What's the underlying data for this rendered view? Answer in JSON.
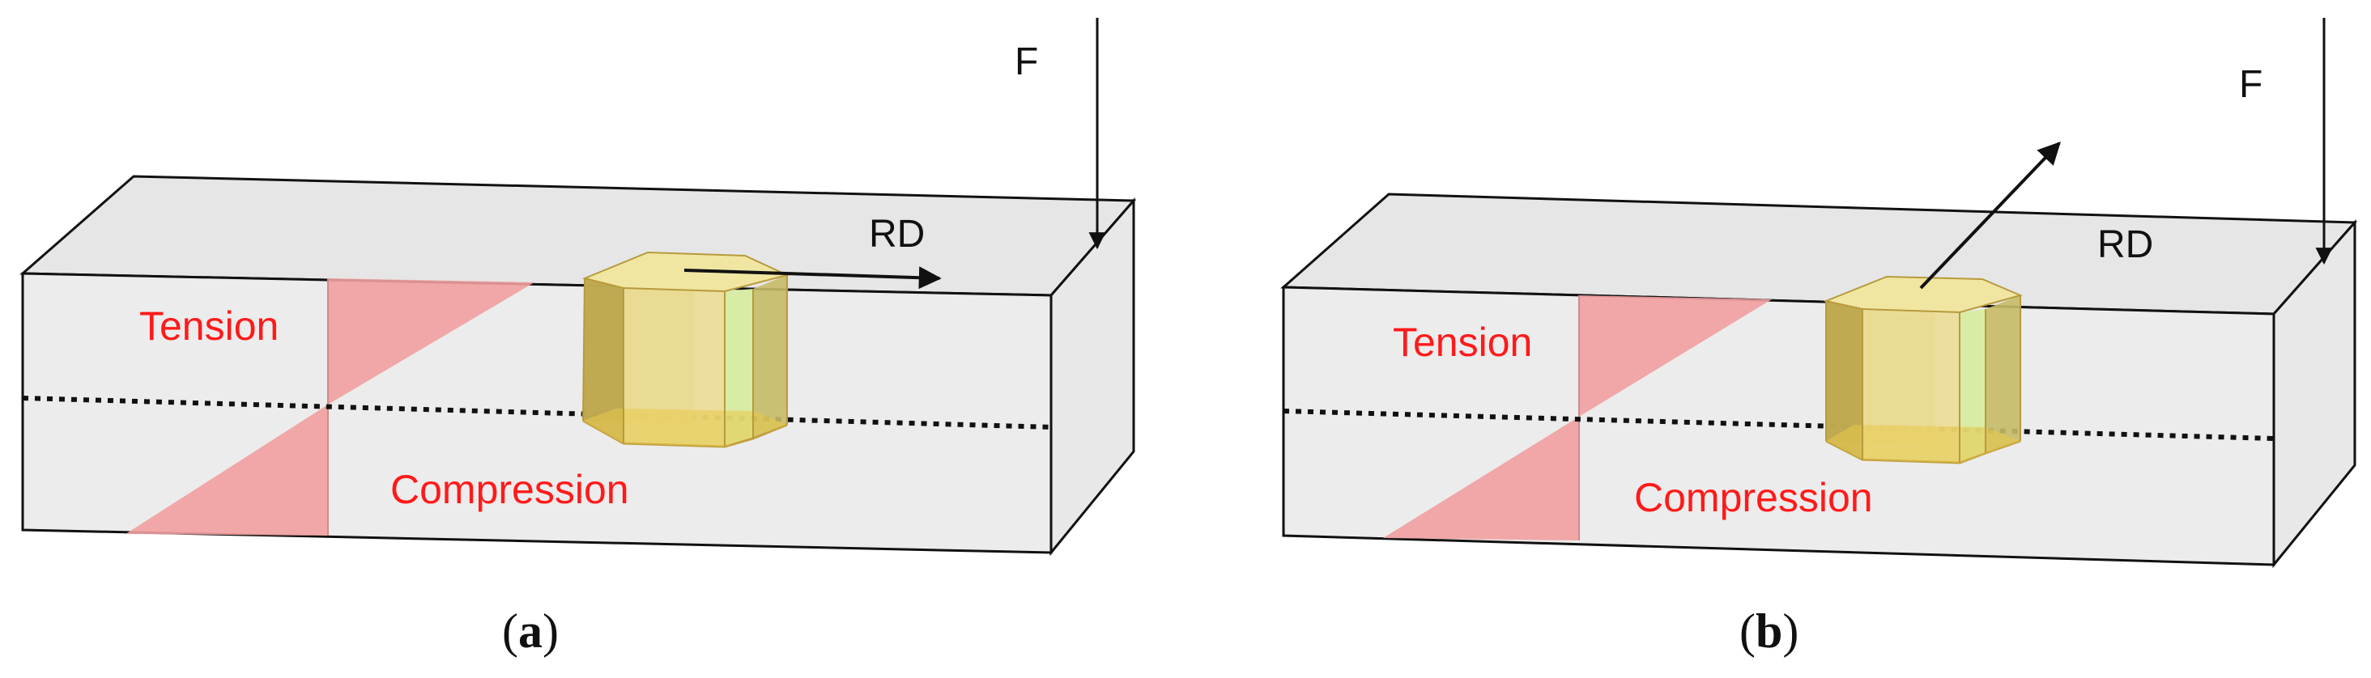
{
  "panels": [
    {
      "id": "a",
      "force_label": "F",
      "direction_label": "RD",
      "tension_label": "Tension",
      "compression_label": "Compression",
      "caption_open": "(",
      "caption_letter": "a",
      "caption_close": ")"
    },
    {
      "id": "b",
      "force_label": "F",
      "direction_label": "RD",
      "tension_label": "Tension",
      "compression_label": "Compression",
      "caption_open": "(",
      "caption_letter": "b",
      "caption_close": ")"
    }
  ],
  "colors": {
    "box_fill": "#ececec",
    "stress_fill": "#f2a0a0",
    "crystal_fill": "#e8d77a",
    "edge": "#111111",
    "label_red": "#ff1a1a"
  }
}
